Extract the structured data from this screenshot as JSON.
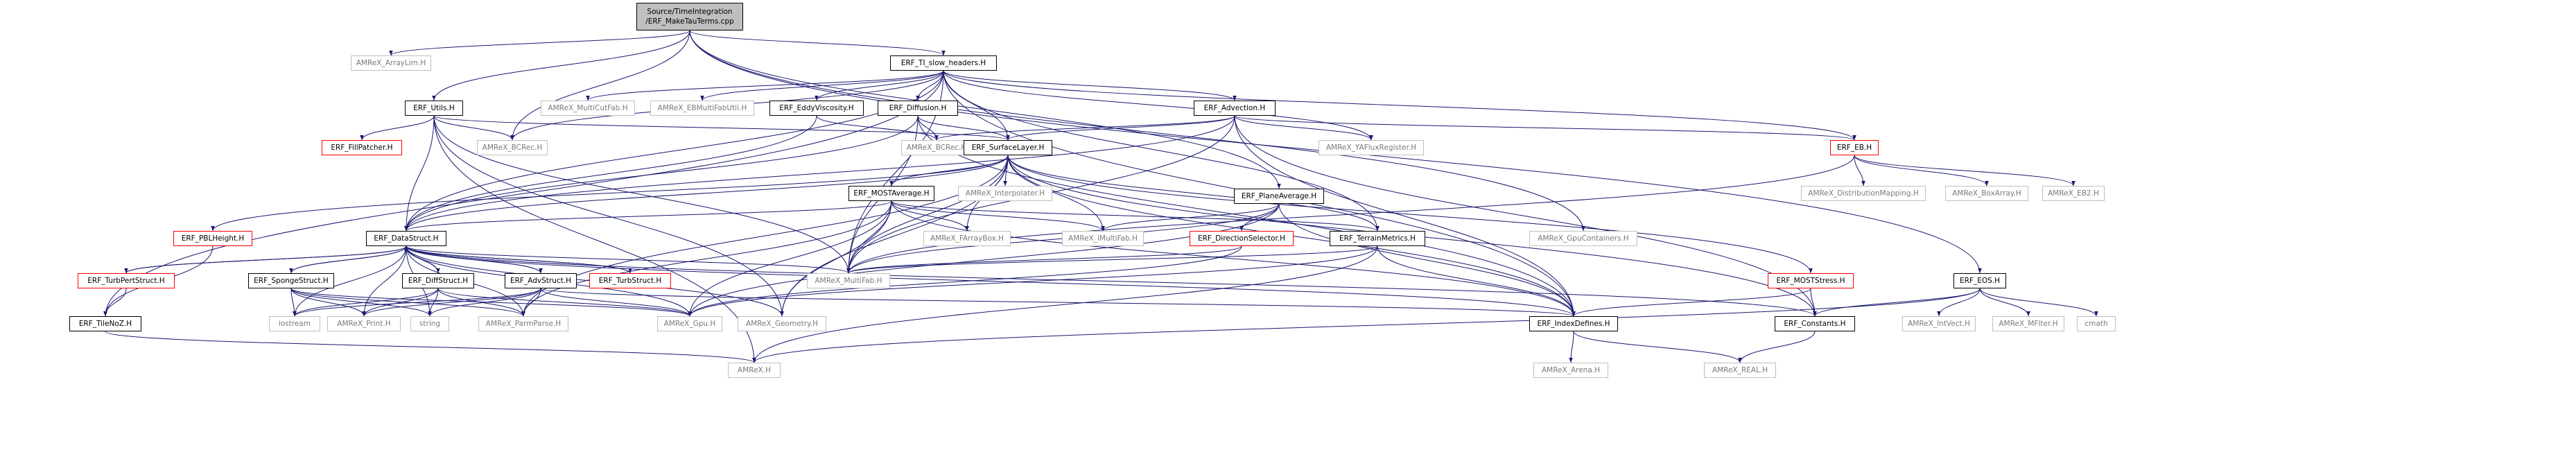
{
  "colors": {
    "edge": "#191970",
    "root_fill": "#bfbfbf",
    "documented_border": "#000000",
    "incomplete_border": "#ff0000",
    "external_border": "#bfbfbf",
    "external_text": "#7a7a7a"
  },
  "nodes": {
    "root": {
      "line1": "Source/TimeIntegration",
      "line2": "/ERF_MakeTauTerms.cpp",
      "style": "root"
    },
    "arraylim": {
      "label": "AMReX_ArrayLim.H",
      "style": "external"
    },
    "ti_slow": {
      "label": "ERF_TI_slow_headers.H",
      "style": "documented"
    },
    "utils": {
      "label": "ERF_Utils.H",
      "style": "documented"
    },
    "multicutfab": {
      "label": "AMReX_MultiCutFab.H",
      "style": "external"
    },
    "ebmultifabutil": {
      "label": "AMReX_EBMultiFabUtil.H",
      "style": "external"
    },
    "eddyvisc": {
      "label": "ERF_EddyViscosity.H",
      "style": "documented"
    },
    "diffusion": {
      "label": "ERF_Diffusion.H",
      "style": "documented"
    },
    "advection": {
      "label": "ERF_Advection.H",
      "style": "documented"
    },
    "eb": {
      "label": "ERF_EB.H",
      "style": "incomplete"
    },
    "eos": {
      "label": "ERF_EOS.H",
      "style": "documented"
    },
    "fillpatcher": {
      "label": "ERF_FillPatcher.H",
      "style": "incomplete"
    },
    "bcrec_utils": {
      "label": "AMReX_BCRec.H",
      "style": "external"
    },
    "bcrec": {
      "label": "AMReX_BCRec.H",
      "style": "external"
    },
    "surfacelayer": {
      "label": "ERF_SurfaceLayer.H",
      "style": "documented"
    },
    "yafluxreg": {
      "label": "AMReX_YAFluxRegister.H",
      "style": "external"
    },
    "distmapping": {
      "label": "AMReX_DistributionMapping.H",
      "style": "external"
    },
    "boxarray": {
      "label": "AMReX_BoxArray.H",
      "style": "external"
    },
    "eb2": {
      "label": "AMReX_EB2.H",
      "style": "external"
    },
    "mostaverage": {
      "label": "ERF_MOSTAverage.H",
      "style": "documented"
    },
    "interpolater": {
      "label": "AMReX_Interpolater.H",
      "style": "external"
    },
    "planeaverage": {
      "label": "ERF_PlaneAverage.H",
      "style": "documented"
    },
    "pblheight": {
      "label": "ERF_PBLHeight.H",
      "style": "incomplete"
    },
    "datastruct": {
      "label": "ERF_DataStruct.H",
      "style": "documented"
    },
    "farraybox": {
      "label": "AMReX_FArrayBox.H",
      "style": "external"
    },
    "imultifab": {
      "label": "AMReX_iMultiFab.H",
      "style": "external"
    },
    "dirselector": {
      "label": "ERF_DirectionSelector.H",
      "style": "incomplete"
    },
    "terrainmetrics": {
      "label": "ERF_TerrainMetrics.H",
      "style": "documented"
    },
    "gpucontainers": {
      "label": "AMReX_GpuContainers.H",
      "style": "external"
    },
    "turbpertstruct": {
      "label": "ERF_TurbPertStruct.H",
      "style": "incomplete"
    },
    "spongestruct": {
      "label": "ERF_SpongeStruct.H",
      "style": "documented"
    },
    "diffstruct": {
      "label": "ERF_DiffStruct.H",
      "style": "documented"
    },
    "advstruct": {
      "label": "ERF_AdvStruct.H",
      "style": "documented"
    },
    "turbstruct": {
      "label": "ERF_TurbStruct.H",
      "style": "incomplete"
    },
    "multifab": {
      "label": "AMReX_MultiFab.H",
      "style": "external"
    },
    "moststress": {
      "label": "ERF_MOSTStress.H",
      "style": "incomplete"
    },
    "tilenoz": {
      "label": "ERF_TileNoZ.H",
      "style": "documented"
    },
    "iostream": {
      "label": "iostream",
      "style": "external"
    },
    "print": {
      "label": "AMReX_Print.H",
      "style": "external"
    },
    "string": {
      "label": "string",
      "style": "external"
    },
    "parmparse": {
      "label": "AMReX_ParmParse.H",
      "style": "external"
    },
    "gpu": {
      "label": "AMReX_Gpu.H",
      "style": "external"
    },
    "geometry": {
      "label": "AMReX_Geometry.H",
      "style": "external"
    },
    "indexdefines": {
      "label": "ERF_IndexDefines.H",
      "style": "documented"
    },
    "constants": {
      "label": "ERF_Constants.H",
      "style": "documented"
    },
    "intvect": {
      "label": "AMReX_IntVect.H",
      "style": "external"
    },
    "mfiter": {
      "label": "AMReX_MFIter.H",
      "style": "external"
    },
    "cmath": {
      "label": "cmath",
      "style": "external"
    },
    "amrex": {
      "label": "AMReX.H",
      "style": "external"
    },
    "arena": {
      "label": "AMReX_Arena.H",
      "style": "external"
    },
    "real": {
      "label": "AMReX_REAL.H",
      "style": "external"
    }
  },
  "edges": [
    [
      "root",
      "arraylim"
    ],
    [
      "root",
      "ti_slow"
    ],
    [
      "root",
      "utils"
    ],
    [
      "root",
      "bcrec_utils"
    ],
    [
      "root",
      "planeaverage"
    ],
    [
      "root",
      "eos"
    ],
    [
      "root",
      "gpucontainers"
    ],
    [
      "ti_slow",
      "multicutfab"
    ],
    [
      "ti_slow",
      "ebmultifabutil"
    ],
    [
      "ti_slow",
      "eddyvisc"
    ],
    [
      "ti_slow",
      "diffusion"
    ],
    [
      "ti_slow",
      "advection"
    ],
    [
      "ti_slow",
      "eb"
    ],
    [
      "ti_slow",
      "datastruct"
    ],
    [
      "ti_slow",
      "surfacelayer"
    ],
    [
      "ti_slow",
      "tilenoz"
    ],
    [
      "ti_slow",
      "terrainmetrics"
    ],
    [
      "ti_slow",
      "indexdefines"
    ],
    [
      "ti_slow",
      "yafluxreg"
    ],
    [
      "ti_slow",
      "multifab"
    ],
    [
      "ti_slow",
      "bcrec_utils"
    ],
    [
      "utils",
      "fillpatcher"
    ],
    [
      "utils",
      "bcrec_utils"
    ],
    [
      "utils",
      "surfacelayer"
    ],
    [
      "utils",
      "datastruct"
    ],
    [
      "utils",
      "amrex"
    ],
    [
      "utils",
      "geometry"
    ],
    [
      "utils",
      "multifab"
    ],
    [
      "eddyvisc",
      "bcrec"
    ],
    [
      "eddyvisc",
      "datastruct"
    ],
    [
      "diffusion",
      "bcrec"
    ],
    [
      "diffusion",
      "surfacelayer"
    ],
    [
      "diffusion",
      "datastruct"
    ],
    [
      "diffusion",
      "multifab"
    ],
    [
      "diffusion",
      "indexdefines"
    ],
    [
      "advection",
      "bcrec"
    ],
    [
      "advection",
      "surfacelayer"
    ],
    [
      "advection",
      "yafluxreg"
    ],
    [
      "advection",
      "eb"
    ],
    [
      "advection",
      "datastruct"
    ],
    [
      "advection",
      "multifab"
    ],
    [
      "advection",
      "indexdefines"
    ],
    [
      "advection",
      "constants"
    ],
    [
      "eb",
      "distmapping"
    ],
    [
      "eb",
      "boxarray"
    ],
    [
      "eb",
      "eb2"
    ],
    [
      "eb",
      "multifab"
    ],
    [
      "surfacelayer",
      "mostaverage"
    ],
    [
      "surfacelayer",
      "interpolater"
    ],
    [
      "surfacelayer",
      "pblheight"
    ],
    [
      "surfacelayer",
      "datastruct"
    ],
    [
      "surfacelayer",
      "farraybox"
    ],
    [
      "surfacelayer",
      "imultifab"
    ],
    [
      "surfacelayer",
      "multifab"
    ],
    [
      "surfacelayer",
      "terrainmetrics"
    ],
    [
      "surfacelayer",
      "moststress"
    ],
    [
      "surfacelayer",
      "indexdefines"
    ],
    [
      "surfacelayer",
      "parmparse"
    ],
    [
      "surfacelayer",
      "geometry"
    ],
    [
      "surfacelayer",
      "constants"
    ],
    [
      "mostaverage",
      "datastruct"
    ],
    [
      "mostaverage",
      "farraybox"
    ],
    [
      "mostaverage",
      "imultifab"
    ],
    [
      "mostaverage",
      "multifab"
    ],
    [
      "mostaverage",
      "terrainmetrics"
    ],
    [
      "mostaverage",
      "gpu"
    ],
    [
      "mostaverage",
      "geometry"
    ],
    [
      "mostaverage",
      "parmparse"
    ],
    [
      "mostaverage",
      "indexdefines"
    ],
    [
      "planeaverage",
      "dirselector"
    ],
    [
      "planeaverage",
      "multifab"
    ],
    [
      "planeaverage",
      "imultifab"
    ],
    [
      "planeaverage",
      "indexdefines"
    ],
    [
      "planeaverage",
      "gpu"
    ],
    [
      "pblheight",
      "tilenoz"
    ],
    [
      "datastruct",
      "turbpertstruct"
    ],
    [
      "datastruct",
      "spongestruct"
    ],
    [
      "datastruct",
      "diffstruct"
    ],
    [
      "datastruct",
      "advstruct"
    ],
    [
      "datastruct",
      "turbstruct"
    ],
    [
      "datastruct",
      "multifab"
    ],
    [
      "datastruct",
      "iostream"
    ],
    [
      "datastruct",
      "string"
    ],
    [
      "datastruct",
      "print"
    ],
    [
      "datastruct",
      "parmparse"
    ],
    [
      "datastruct",
      "gpu"
    ],
    [
      "datastruct",
      "geometry"
    ],
    [
      "datastruct",
      "indexdefines"
    ],
    [
      "datastruct",
      "constants"
    ],
    [
      "dirselector",
      "multifab"
    ],
    [
      "dirselector",
      "gpu"
    ],
    [
      "terrainmetrics",
      "multifab"
    ],
    [
      "terrainmetrics",
      "indexdefines"
    ],
    [
      "terrainmetrics",
      "amrex"
    ],
    [
      "terrainmetrics",
      "gpu"
    ],
    [
      "turbpertstruct",
      "tilenoz"
    ],
    [
      "turbpertstruct",
      "datastruct"
    ],
    [
      "spongestruct",
      "iostream"
    ],
    [
      "spongestruct",
      "string"
    ],
    [
      "spongestruct",
      "print"
    ],
    [
      "spongestruct",
      "parmparse"
    ],
    [
      "spongestruct",
      "gpu"
    ],
    [
      "spongestruct",
      "datastruct"
    ],
    [
      "diffstruct",
      "iostream"
    ],
    [
      "diffstruct",
      "string"
    ],
    [
      "diffstruct",
      "print"
    ],
    [
      "diffstruct",
      "parmparse"
    ],
    [
      "diffstruct",
      "gpu"
    ],
    [
      "diffstruct",
      "datastruct"
    ],
    [
      "advstruct",
      "iostream"
    ],
    [
      "advstruct",
      "string"
    ],
    [
      "advstruct",
      "print"
    ],
    [
      "advstruct",
      "parmparse"
    ],
    [
      "advstruct",
      "gpu"
    ],
    [
      "advstruct",
      "datastruct"
    ],
    [
      "advstruct",
      "indexdefines"
    ],
    [
      "turbstruct",
      "datastruct"
    ],
    [
      "moststress",
      "indexdefines"
    ],
    [
      "moststress",
      "constants"
    ],
    [
      "tilenoz",
      "amrex"
    ],
    [
      "eos",
      "constants"
    ],
    [
      "eos",
      "intvect"
    ],
    [
      "eos",
      "mfiter"
    ],
    [
      "eos",
      "cmath"
    ],
    [
      "eos",
      "amrex"
    ],
    [
      "indexdefines",
      "arena"
    ],
    [
      "indexdefines",
      "real"
    ],
    [
      "constants",
      "real"
    ]
  ]
}
